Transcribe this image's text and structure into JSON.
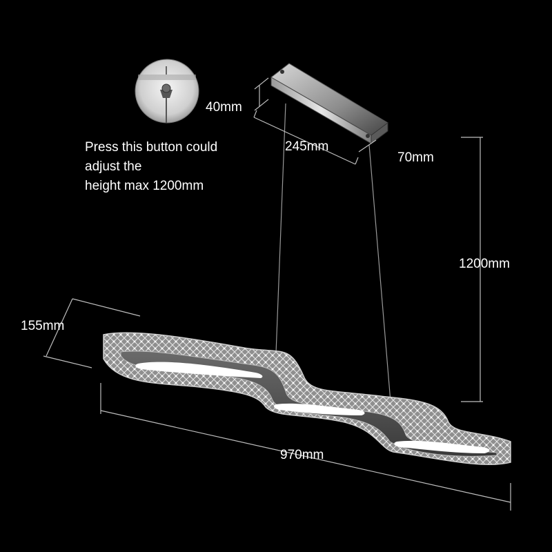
{
  "inset": {
    "note_lines": [
      "Press this button could",
      "adjust the",
      "height max 1200mm"
    ]
  },
  "dimensions": {
    "canopy_height": "40mm",
    "canopy_length": "245mm",
    "canopy_width": "70mm",
    "hang_height": "1200mm",
    "fixture_width": "155mm",
    "fixture_length": "970mm"
  },
  "colors": {
    "background": "#000000",
    "text": "#ffffff",
    "dimension_line": "#bfbfbf"
  }
}
